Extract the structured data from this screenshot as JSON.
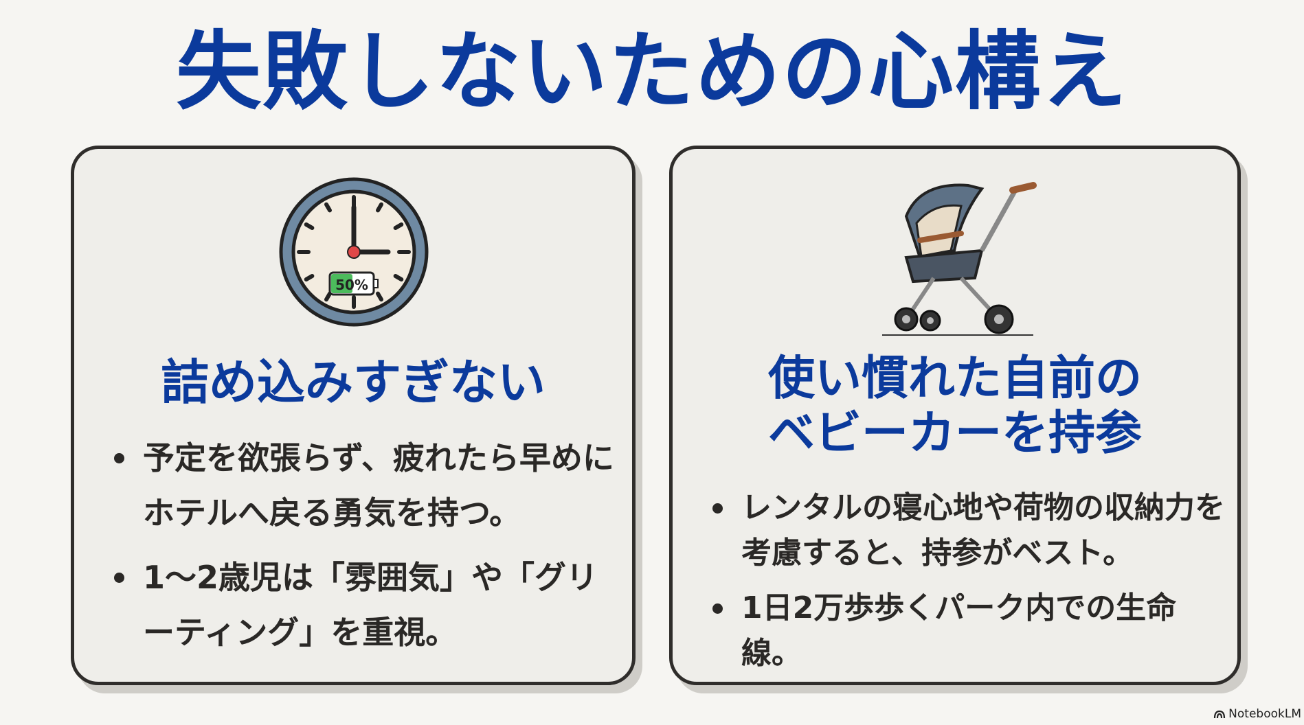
{
  "title": "失敗しないための心構え",
  "cards": [
    {
      "icon": "clock-battery-icon",
      "battery_label": "50%",
      "heading": "詰め込みすぎない",
      "bullets": [
        "予定を欲張らず、疲れたら早めにホテルへ戻る勇気を持つ。",
        "1〜2歳児は「雰囲気」や「グリーティング」を重視。"
      ]
    },
    {
      "icon": "stroller-icon",
      "heading_lines": [
        "使い慣れた自前の",
        "ベビーカーを持参"
      ],
      "bullets": [
        "レンタルの寝心地や荷物の収納力を考慮すると、持参がベスト。",
        "1日2万歩歩くパーク内での生命線。"
      ]
    }
  ],
  "watermark": "NotebookLM",
  "colors": {
    "title": "#0b3a9c",
    "text": "#2a2826",
    "battery": "#4cbb5c"
  }
}
